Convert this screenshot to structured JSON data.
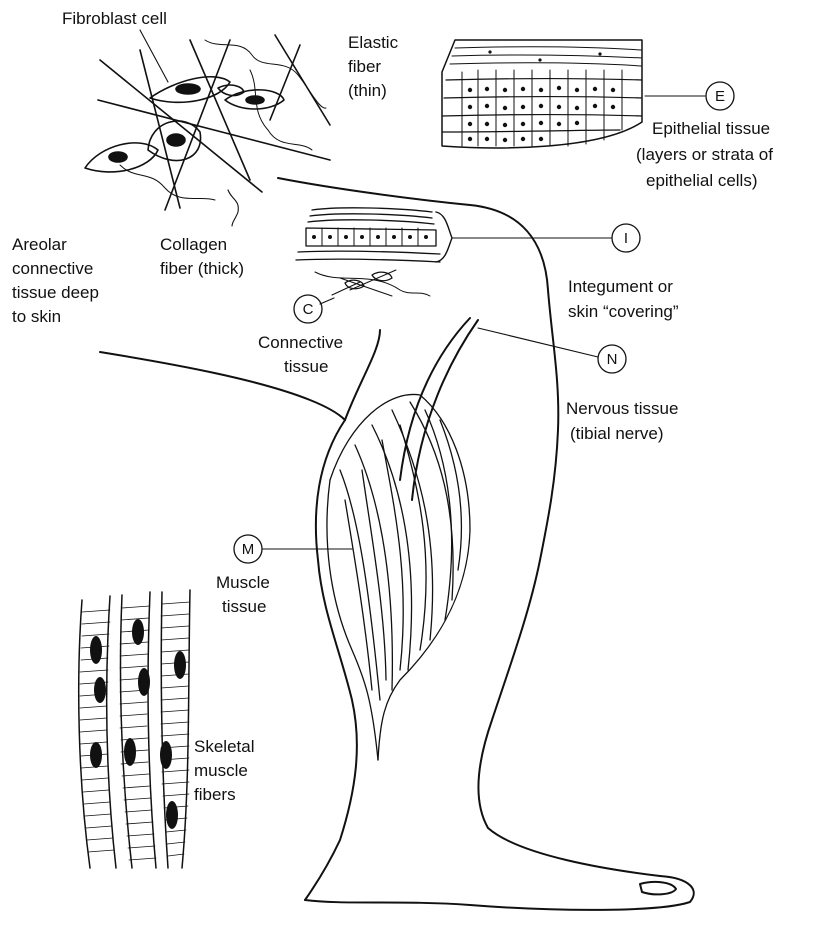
{
  "labels": {
    "fibroblast": "Fibroblast cell",
    "elastic": [
      "Elastic",
      "fiber",
      "(thin)"
    ],
    "areolar": [
      "Areolar",
      "connective",
      "tissue deep",
      "to skin"
    ],
    "collagen": [
      "Collagen",
      "fiber (thick)"
    ],
    "epithelial": [
      "Epithelial tissue",
      "(layers or strata of",
      "epithelial cells)"
    ],
    "integument": [
      "Integument or",
      "skin “covering”"
    ],
    "connective": [
      "Connective",
      "tissue"
    ],
    "nervous": [
      "Nervous tissue",
      "(tibial nerve)"
    ],
    "muscle": [
      "Muscle",
      "tissue"
    ],
    "skeletal": [
      "Skeletal",
      "muscle",
      "fibers"
    ]
  },
  "markers": {
    "E": "E",
    "I": "I",
    "C": "C",
    "N": "N",
    "M": "M"
  }
}
